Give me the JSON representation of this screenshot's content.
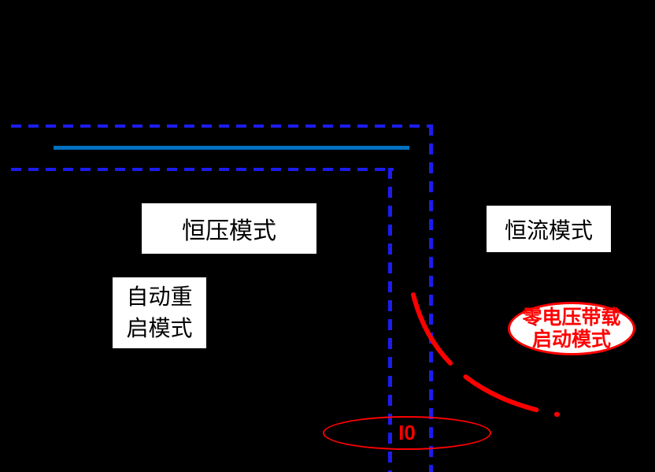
{
  "diagram": {
    "labels": {
      "constant_voltage_mode": "恒压模式",
      "constant_current_mode": "恒流模式",
      "auto_restart_line1": "自动重",
      "auto_restart_line2": "启模式",
      "zero_voltage_line1": "零电压带载",
      "zero_voltage_line2": "启动模式",
      "i0": "I0"
    },
    "colors": {
      "background": "#000000",
      "dashed_line_blue": "#1c1cf0",
      "voltage_line_blue": "#0070c0",
      "accent_red": "#ff0000",
      "label_box_bg": "#ffffff",
      "label_box_text": "#000000"
    }
  }
}
